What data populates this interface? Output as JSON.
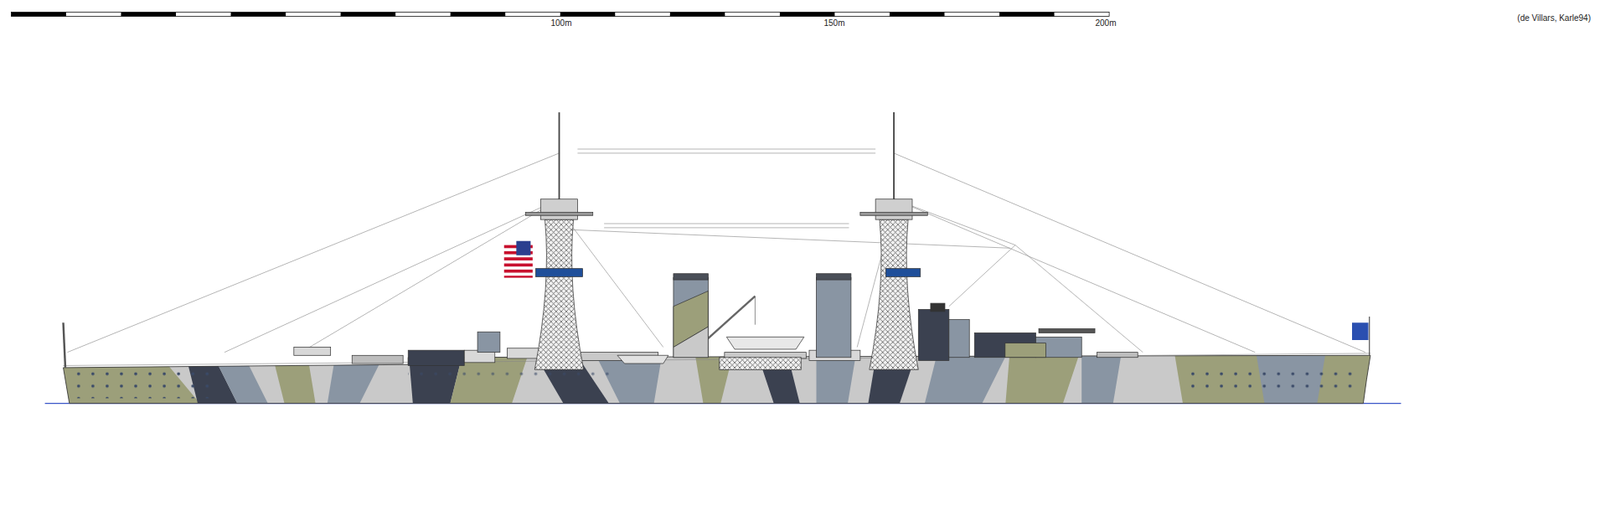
{
  "diagram": {
    "labels": [
      "100m",
      "150m",
      "200m",
      "(de Villars, Karle94)"
    ]
  }
}
